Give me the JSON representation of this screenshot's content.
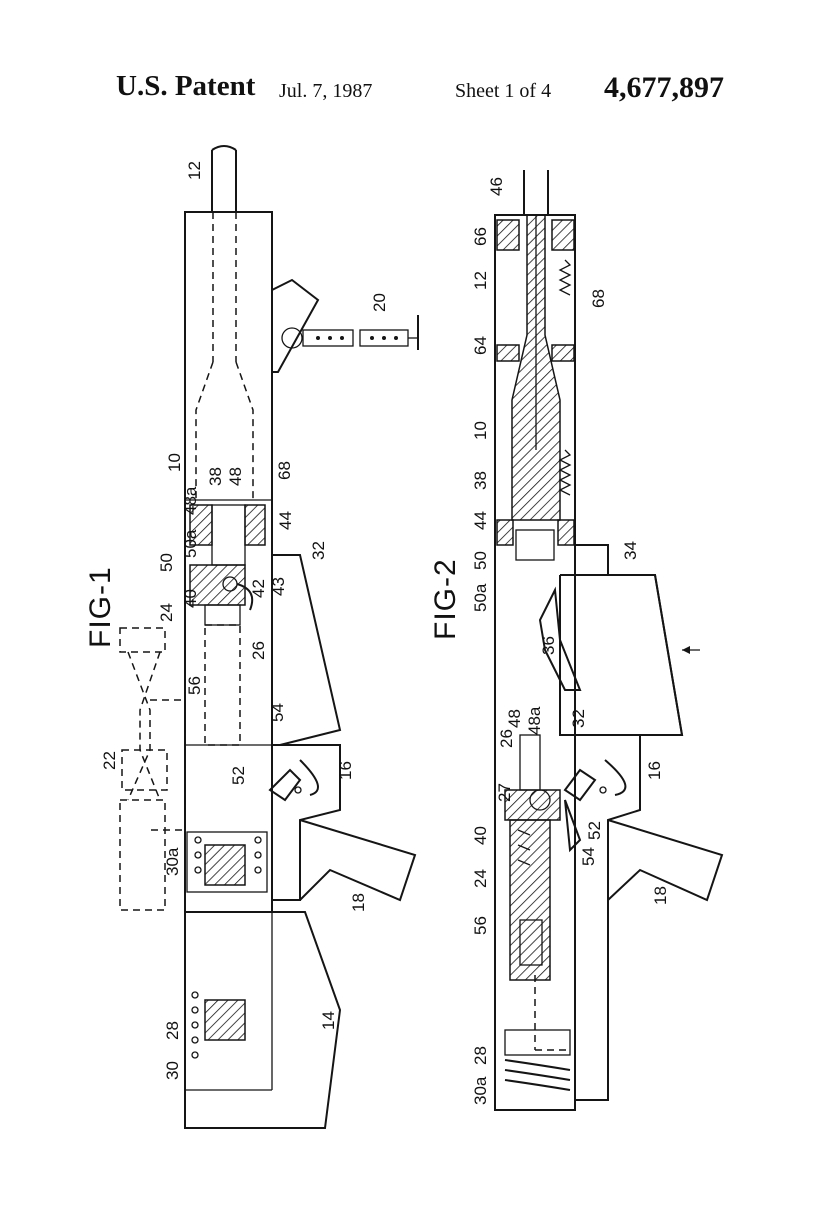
{
  "header": {
    "publisher": "U.S. Patent",
    "date": "Jul. 7, 1987",
    "sheet": "Sheet 1 of 4",
    "patent_number": "4,677,897"
  },
  "figures": {
    "fig1": {
      "title": "FIG-1",
      "labels": [
        "12",
        "20",
        "10",
        "38",
        "48",
        "68",
        "48a",
        "44",
        "50a",
        "50",
        "24",
        "40",
        "32",
        "43",
        "42",
        "26",
        "22",
        "56",
        "54",
        "52",
        "16",
        "30a",
        "18",
        "28",
        "30",
        "14"
      ]
    },
    "fig2": {
      "title": "FIG-2",
      "labels": [
        "46",
        "66",
        "12",
        "68",
        "64",
        "10",
        "38",
        "44",
        "34",
        "50",
        "50a",
        "36",
        "48",
        "48a",
        "32",
        "26",
        "16",
        "27",
        "40",
        "52",
        "54",
        "24",
        "18",
        "56",
        "28",
        "30a"
      ]
    }
  }
}
